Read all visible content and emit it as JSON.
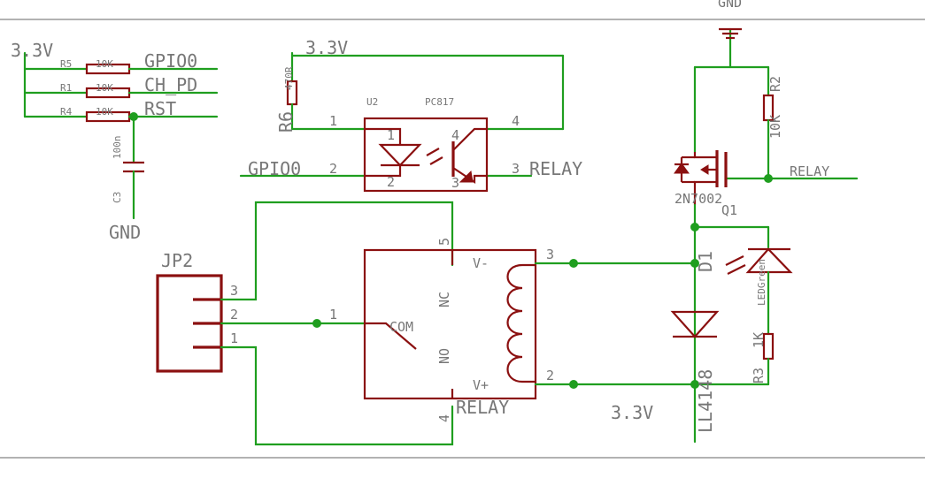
{
  "labels": {
    "gnd_top": "GND",
    "v33_left": "3.3V",
    "r5": "R5",
    "r5_val": "10K",
    "net_gpio0": "GPIO0",
    "r1": "R1",
    "r1_val": "10K",
    "net_ch_pd": "CH_PD",
    "r4": "R4",
    "r4_val": "10K",
    "net_rst": "RST",
    "c3_val": "100n",
    "c3": "C3",
    "gnd_left": "GND",
    "r6": "R6",
    "r6_val": "470R",
    "v33_top": "3.3V",
    "u2": "U2",
    "pc817": "PC817",
    "u2_p1_out": "1",
    "u2_p1_in": "1",
    "u2_p2_out": "2",
    "u2_p2_in": "2",
    "u2_p3_out": "3",
    "u2_p3_in": "3",
    "u2_p4_out": "4",
    "u2_p4_in": "4",
    "net_gpio0_in": "GPIO0",
    "net_relay_out": "RELAY",
    "jp2": "JP2",
    "jp2_p1": "1",
    "jp2_p2": "2",
    "jp2_p3": "3",
    "k_pin1": "1",
    "k_pin5": "5",
    "k_pin4": "4",
    "k_pin3": "3",
    "k_pin2": "2",
    "k_com": "COM",
    "k_nc": "NC",
    "k_no": "NO",
    "k_vminus": "V-",
    "k_vplus": "V+",
    "k_name": "RELAY",
    "v33_bottom": "3.3V",
    "r2": "R2",
    "r2_val": "10K",
    "net_relay_right": "RELAY",
    "q1_part": "2N7002",
    "q1": "Q1",
    "d1": "D1",
    "d1_part": "LL4148",
    "led_part": "LEDGreen",
    "r3": "R3",
    "r3_val": "1K"
  },
  "colors": {
    "wire": "#1f9e1f",
    "part": "#8b1010",
    "text": "#777777"
  }
}
